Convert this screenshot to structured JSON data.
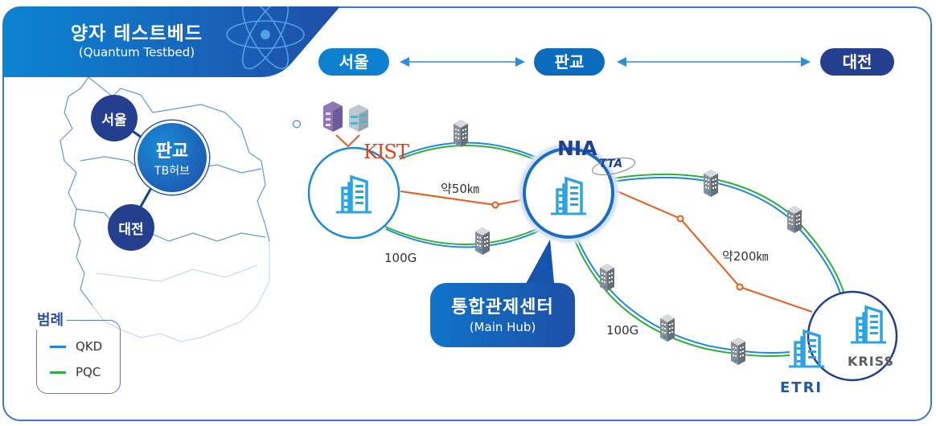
{
  "header": {
    "title": "양자 테스트베드",
    "subtitle": "(Quantum Testbed)",
    "icon": "atom-icon"
  },
  "top_route": {
    "nodes": [
      {
        "label": "서울",
        "color": "#0d80cf"
      },
      {
        "label": "판교",
        "color": "#0b6bbd"
      },
      {
        "label": "대전",
        "color": "#233f8e"
      }
    ],
    "arrow_color": "#2f8fd6"
  },
  "map": {
    "nodes": [
      {
        "label": "서울",
        "sub": ""
      },
      {
        "label": "판교",
        "sub": "TB허브"
      },
      {
        "label": "대전",
        "sub": ""
      }
    ]
  },
  "legend": {
    "title": "범례",
    "items": [
      {
        "label": "QKD",
        "color": "#1c8ad8"
      },
      {
        "label": "PQC",
        "color": "#2fae3a"
      }
    ]
  },
  "network": {
    "sites": {
      "kist": "KIST",
      "nia": "NIA",
      "tta": "TTA",
      "etri": "ETRI",
      "kriss": "KRISS"
    },
    "distance_seoul_pangyo": "약50㎞",
    "distance_pangyo_daejeon": "약200㎞",
    "bandwidth_left": "100G",
    "bandwidth_right": "100G",
    "hub_callout": {
      "title": "통합관제센터",
      "subtitle": "(Main Hub)"
    },
    "colors": {
      "qkd": "#1c8ad8",
      "pqc": "#2fae3a",
      "direct": "#ea5a1c",
      "building": "#2ea3e0"
    }
  }
}
